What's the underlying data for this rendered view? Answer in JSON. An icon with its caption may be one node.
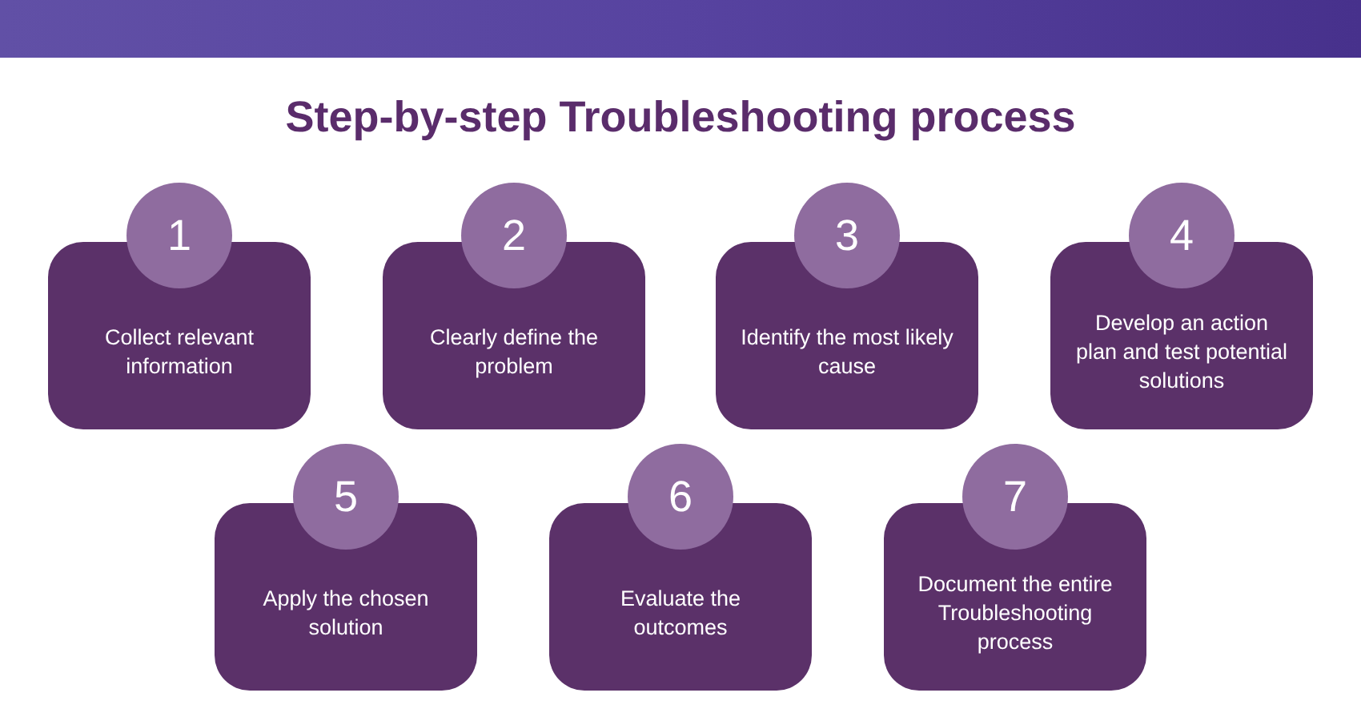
{
  "diagram": {
    "title": "Step-by-step Troubleshooting process",
    "nodes": [
      {
        "text": [
          "1"
        ]
      },
      {
        "text": [
          "Collect relevant information"
        ]
      },
      {
        "text": [
          "2"
        ]
      },
      {
        "text": [
          "Clearly define the problem"
        ]
      },
      {
        "text": [
          "3"
        ]
      },
      {
        "text": [
          "Identify the most likely cause"
        ]
      },
      {
        "text": [
          "4"
        ]
      },
      {
        "text": [
          "Develop an action plan and test potential solutions"
        ]
      },
      {
        "text": [
          "5"
        ]
      },
      {
        "text": [
          "Apply the chosen solution"
        ]
      },
      {
        "text": [
          "6"
        ]
      },
      {
        "text": [
          "Evaluate the outcomes"
        ]
      },
      {
        "text": [
          "7"
        ]
      },
      {
        "text": [
          "Document the entire Troubleshooting process"
        ]
      }
    ]
  }
}
